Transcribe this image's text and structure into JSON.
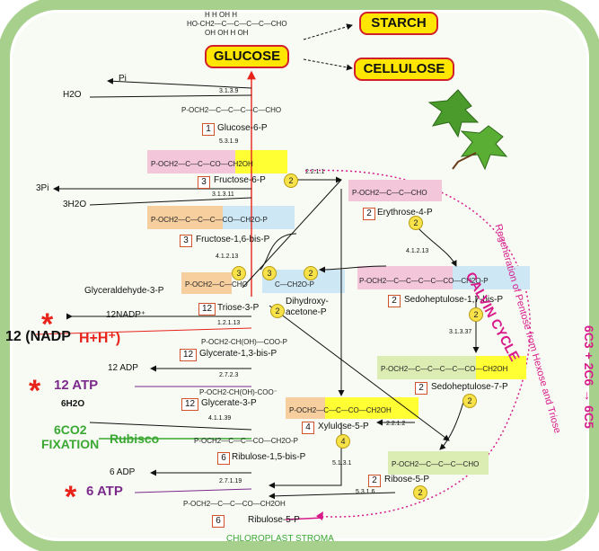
{
  "products": {
    "starch": "STARCH",
    "glucose": "GLUCOSE",
    "cellulose": "CELLULOSE"
  },
  "molecules": {
    "glucose_formula_top": "H   H   OH  H",
    "glucose_formula_main": "HO-CH2—C—C—C—C—CHO",
    "glucose_formula_bottom": "OH  OH  H   OH",
    "glucose6p_formula": "P-OCH2—C—C—C—C—CHO",
    "glucose6p": "Glucose-6-P",
    "fructose6p_formula": "P-OCH2—C—C—CO—CH2OH",
    "fructose6p": "Fructose-6-P",
    "fructose16bisp_formula": "P-OCH2—C—C—C—CO—CH2O-P",
    "fructose16bisp": "Fructose-1,6-bis-P",
    "glyceraldehyde3p": "Glyceraldehyde-3-P",
    "g3p_formula": "P-OCH2—C—CHO",
    "triose3p": "Triose-3-P",
    "dhap_formula": "C—CH2O-P",
    "dhap": "Dihydroxy-\nacetone-P",
    "glycerate13bisp_formula": "P-OCH2-CH(OH)—COO-P",
    "glycerate13bisp": "Glycerate-1,3-bis-P",
    "glycerate3p_formula": "P-OCH2-CH(OH)-COO⁻",
    "glycerate3p": "Glycerate-3-P",
    "ribulose15bisp_formula": "P-OCH2—C—C—CO—CH2O-P",
    "ribulose15bisp": "Ribulose-1,5-bis-P",
    "ribulose5p_formula": "P-OCH2—C—C—CO—CH2OH",
    "ribulose5p": "Ribulose-5-P",
    "erythrose4p_formula": "P-OCH2—C—C—CHO",
    "erythrose4p": "Erythrose-4-P",
    "sedoheptulose17bisp_formula": "P-OCH2—C—C—C—C—CO—CH2O-P",
    "sedoheptulose17bisp": "Sedoheptulose-1,7-bis-P",
    "sedoheptulose7p_formula": "P-OCH2—C—C—C—C—CO—CH2OH",
    "sedoheptulose7p": "Sedoheptulose-7-P",
    "xylulose5p_formula": "P-OCH2—C—C—CO—CH2OH",
    "xylulose5p": "Xylulose-5-P",
    "ribose5p_formula": "P-OCH2—C—C—C—CHO",
    "ribose5p": "Ribose-5-P"
  },
  "stoich": {
    "glucose6p": "1",
    "fructose6p": "3",
    "fructose16bisp": "3",
    "triose3p": "12",
    "glycerate13bisp": "12",
    "glycerate3p": "12",
    "ribulose15bisp": "6",
    "ribulose5p": "6",
    "erythrose4p": "2",
    "sedoheptulose17bisp": "2",
    "sedoheptulose7p": "2",
    "xylulose5p": "4",
    "ribose5p": "2"
  },
  "circles": {
    "c_f6p": "2",
    "c_e4p": "2",
    "c_tri_a": "3",
    "c_tri_b": "3",
    "c_dhap": "2",
    "c_tri3p": "2",
    "c_s17": "2",
    "c_s7": "2",
    "c_xyl": "4",
    "c_rib": "2"
  },
  "enzymes": {
    "e1": "3.1.3.9",
    "e2": "5.3.1.9",
    "e3": "3.1.3.11",
    "e4": "4.1.2.13",
    "e5": "1.2.1.13",
    "e6": "2.7.2.3",
    "e7": "4.1.1.39",
    "e8": "2.7.1.19",
    "e9": "5.1.3.1",
    "e10": "5.3.1.6",
    "e11": "2.2.1.1",
    "e12": "4.1.2.13",
    "e13": "3.1.3.37",
    "e14": "2.2.1.2"
  },
  "side": {
    "pi": "Pi",
    "h2o": "H2O",
    "threepi": "3Pi",
    "threeh2o": "3H2O",
    "nadp": "12NADP⁺",
    "adp12": "12 ADP",
    "h2o6": "6H2O",
    "adp6": "6 ADP"
  },
  "inputs": {
    "nadph_prefix": "12 (NADP",
    "nadph_suffix": "H+H⁺)",
    "atp12": "12 ATP",
    "co2": "6CO2",
    "fixation": "FIXATION",
    "rubisco": "Rubisco",
    "atp6": "6 ATP"
  },
  "cycle": {
    "title": "CALVIN  CYCLE",
    "subtitle": "Regeneration of Pentose from Hexose and Triose",
    "stoich": "6C3 + 2C6 → 6C5"
  },
  "footer": "CHLOROPLAST STROMA",
  "colors": {
    "border": "#a8d08d",
    "green": "#3aa832",
    "purple": "#7b2a8b",
    "red": "#e8231b",
    "magenta": "#d81b8a",
    "pink": "#f4c6d9",
    "yellow": "#ffff33",
    "orange": "#f7cf9f",
    "blue": "#cde7f5",
    "lime": "#dcedb4"
  }
}
